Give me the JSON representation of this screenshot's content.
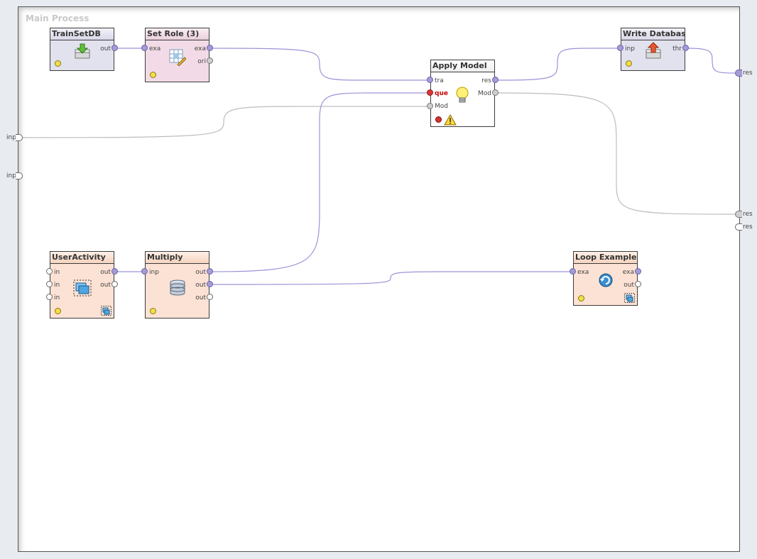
{
  "process": {
    "title": "Main Process"
  },
  "operators": {
    "trainsetdb": {
      "title": "TrainSetDB",
      "ports_out": [
        "out"
      ]
    },
    "setrole": {
      "title": "Set Role (3)",
      "ports_in": [
        "exa"
      ],
      "ports_out": [
        "exa",
        "ori"
      ]
    },
    "applymodel": {
      "title": "Apply Model",
      "ports_in": [
        "tra",
        "que",
        "Mod"
      ],
      "ports_out": [
        "res",
        "Mod"
      ]
    },
    "writedb": {
      "title": "Write Databas...",
      "ports_in": [
        "inp"
      ],
      "ports_out": [
        "thr"
      ]
    },
    "useractivity": {
      "title": "UserActivity",
      "ports_in": [
        "in",
        "in",
        "in"
      ],
      "ports_out": [
        "out",
        "out"
      ]
    },
    "multiply": {
      "title": "Multiply",
      "ports_in": [
        "inp"
      ],
      "ports_out": [
        "out",
        "out",
        "out"
      ]
    },
    "loopexamples": {
      "title": "Loop Examples",
      "ports_in": [
        "exa"
      ],
      "ports_out": [
        "exa",
        "out"
      ]
    }
  },
  "process_inputs": [
    "inp",
    "inp"
  ],
  "process_outputs": [
    "res",
    "res",
    "res"
  ],
  "colors": {
    "wire_data": "#9a94d8",
    "wire_model": "#bdbdbd",
    "canvas_bg": "#ffffff",
    "frame_bg": "#e8ebf0"
  }
}
